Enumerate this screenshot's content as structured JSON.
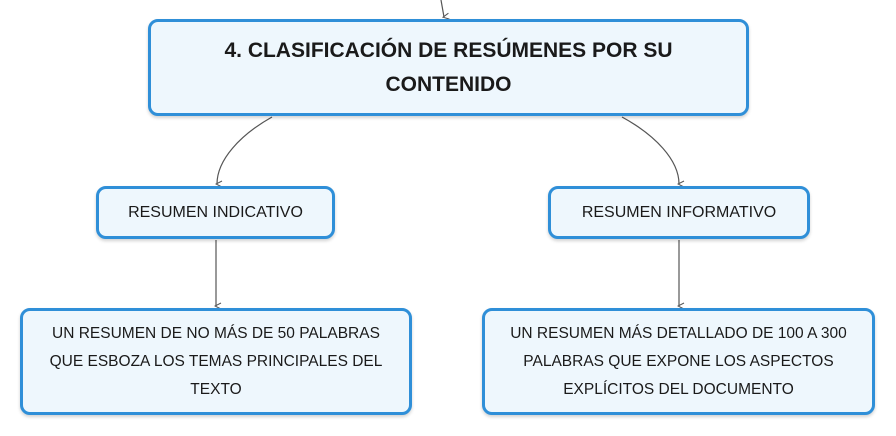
{
  "diagram": {
    "root": {
      "text": "4. CLASIFICACIÓN DE RESÚMENES POR SU CONTENIDO"
    },
    "categories": [
      {
        "label": "RESUMEN INDICATIVO",
        "description": "UN RESUMEN DE NO MÁS DE 50 PALABRAS QUE ESBOZA LOS TEMAS PRINCIPALES DEL TEXTO"
      },
      {
        "label": "RESUMEN INFORMATIVO",
        "description": "UN RESUMEN MÁS DETALLADO DE 100 A 300 PALABRAS QUE EXPONE LOS ASPECTOS EXPLÍCITOS DEL DOCUMENTO"
      }
    ],
    "colors": {
      "node_border": "#2f8fd8",
      "node_fill": "#eef7fd",
      "connector": "#555555"
    }
  }
}
